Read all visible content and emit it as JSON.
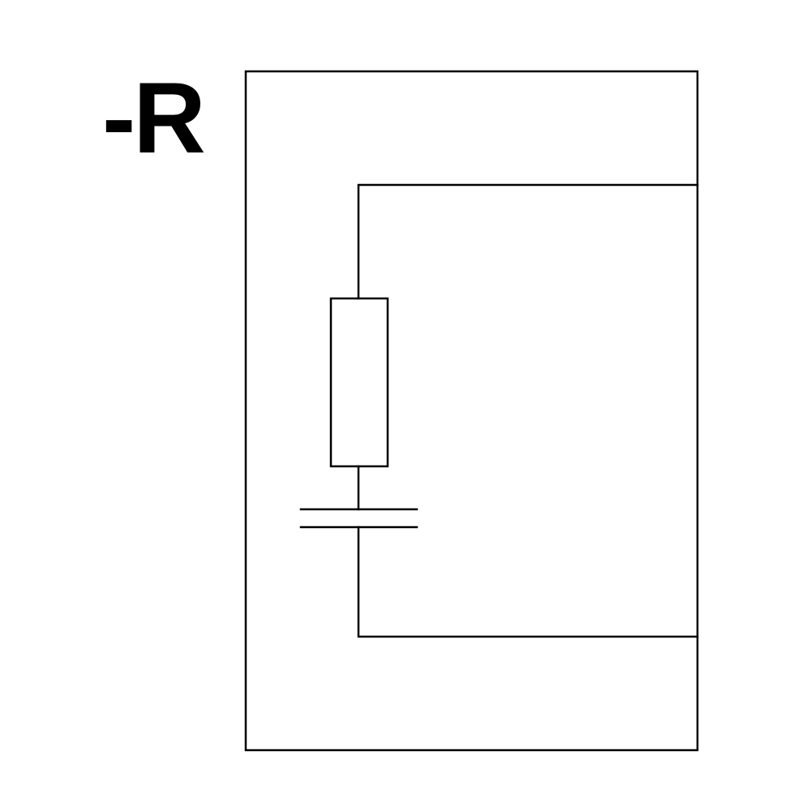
{
  "diagram": {
    "label": "-R",
    "type": "circuit-schematic",
    "description": "Series resistor-capacitor branch enclosed in a rectangular boundary box, connected to the right edge of the box at top and bottom",
    "components": [
      {
        "name": "enclosure-box",
        "kind": "boundary-rectangle"
      },
      {
        "name": "resistor-symbol",
        "kind": "resistor (rectangular IEC symbol)"
      },
      {
        "name": "capacitor-symbol",
        "kind": "capacitor (two parallel plates)"
      }
    ]
  },
  "colors": {
    "stroke": "#000000",
    "label": "#000000",
    "background": "#ffffff"
  }
}
